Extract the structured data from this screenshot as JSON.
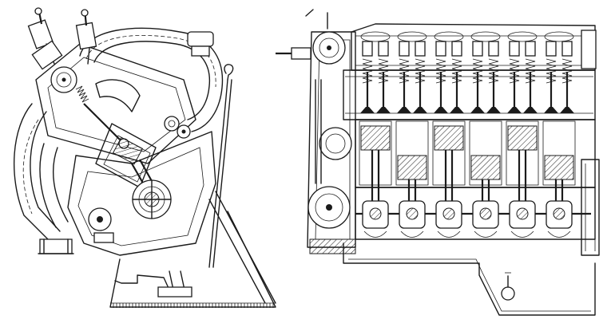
{
  "figure": {
    "views": [
      {
        "id": "transverse-section"
      },
      {
        "id": "longitudinal-section"
      }
    ],
    "colors": {
      "ink": "#1b1b1b",
      "paper": "#ffffff"
    },
    "cylinders": 6
  }
}
